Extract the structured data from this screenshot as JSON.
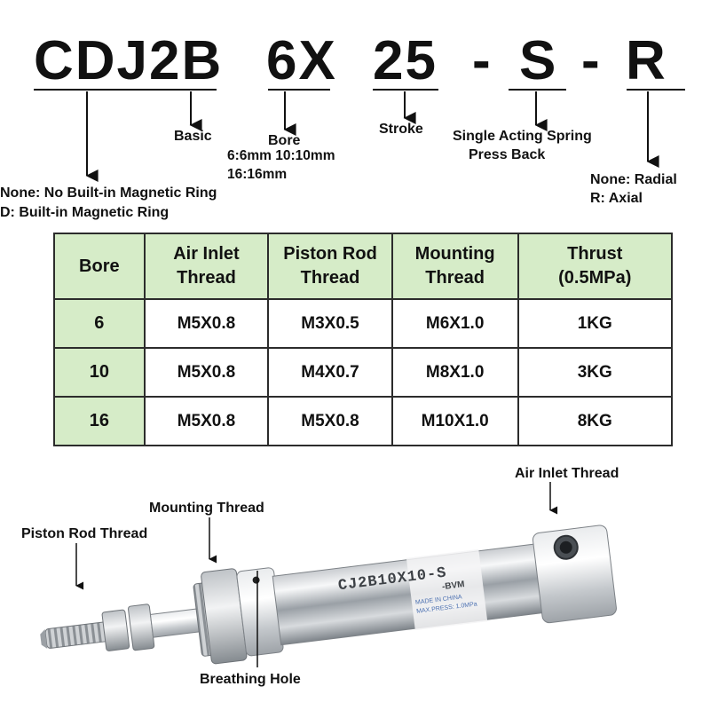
{
  "model_code": {
    "series": "CDJ2B",
    "bore": "6X",
    "stroke": "25",
    "dash1": "-",
    "action": "S",
    "dash2": "-",
    "mounting": "R"
  },
  "callouts": {
    "magnet_line1": "None: No Built-in Magnetic Ring",
    "magnet_line2": "D: Built-in Magnetic Ring",
    "basic": "Basic",
    "bore_title": "Bore",
    "bore_line1": "6:6mm 10:10mm",
    "bore_line2": "16:16mm",
    "stroke": "Stroke",
    "spring_line1": "Single Acting Spring",
    "spring_line2": "Press Back",
    "mount_line1": "None: Radial",
    "mount_line2": "R: Axial"
  },
  "table": {
    "headers": [
      [
        "Bore"
      ],
      [
        "Air Inlet",
        "Thread"
      ],
      [
        "Piston Rod",
        "Thread"
      ],
      [
        "Mounting",
        "Thread"
      ],
      [
        "Thrust",
        "(0.5MPa)"
      ]
    ],
    "rows": [
      [
        "6",
        "M5X0.8",
        "M3X0.5",
        "M6X1.0",
        "1KG"
      ],
      [
        "10",
        "M5X0.8",
        "M4X0.7",
        "M8X1.0",
        "3KG"
      ],
      [
        "16",
        "M5X0.8",
        "M5X0.8",
        "M10X1.0",
        "8KG"
      ]
    ]
  },
  "product": {
    "barrel_text": "CJ2B10X10-S",
    "brand": "-BVM",
    "made_in": "MADE IN CHINA",
    "max_press": "MAX.PRESS: 1.0MPa",
    "labels": {
      "air_inlet": "Air Inlet Thread",
      "mounting": "Mounting Thread",
      "piston_rod": "Piston Rod Thread",
      "breathing": "Breathing Hole"
    }
  },
  "colors": {
    "header_fill": "#d6ecc8",
    "border": "#2c2c2c",
    "text": "#111111"
  }
}
